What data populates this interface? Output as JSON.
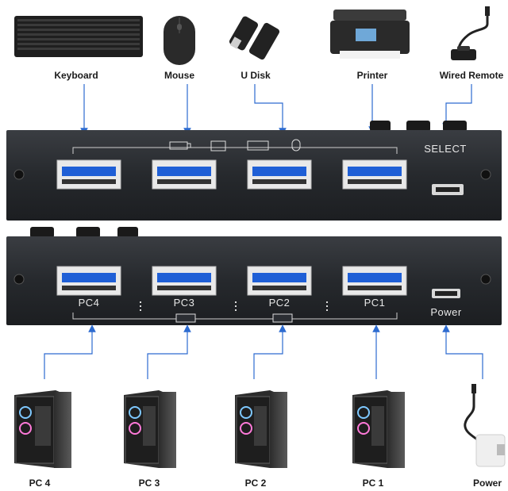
{
  "top_devices": {
    "keyboard": "Keyboard",
    "mouse": "Mouse",
    "udisk": "U Disk",
    "printer": "Printer",
    "wired_remote": "Wired Remote"
  },
  "top_panel": {
    "select": "SELECT"
  },
  "bottom_panel": {
    "ports": [
      "PC4",
      "PC3",
      "PC2",
      "PC1"
    ],
    "power": "Power"
  },
  "bottom_devices": {
    "pcs": [
      "PC 4",
      "PC 3",
      "PC 2",
      "PC 1"
    ],
    "power": "Power"
  },
  "colors": {
    "panel": "#2b2e33",
    "usb_blue": "#1f5fd6",
    "arrow": "#2d6bd0"
  }
}
